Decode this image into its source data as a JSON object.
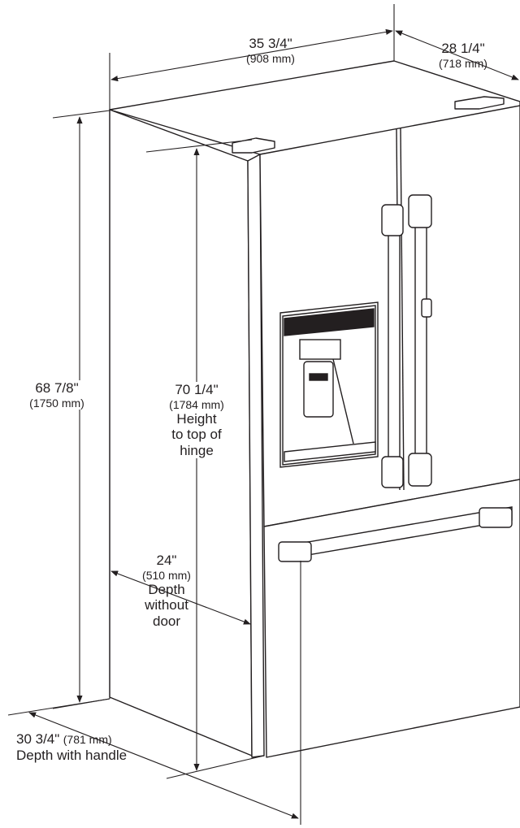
{
  "dimensions": {
    "width": {
      "imperial": "35 3/4\"",
      "metric": "(908 mm)"
    },
    "depth": {
      "imperial": "28 1/4\"",
      "metric": "(718 mm)"
    },
    "height": {
      "imperial": "68 7/8\"",
      "metric": "(1750 mm)"
    },
    "hinge_height": {
      "imperial": "70 1/4\"",
      "metric": "(1784 mm)",
      "note_1": "Height",
      "note_2": "to top of",
      "note_3": "hinge"
    },
    "depth_without_door": {
      "imperial": "24\"",
      "metric": "(510 mm)",
      "note_1": "Depth",
      "note_2": "without",
      "note_3": "door"
    },
    "depth_with_handle": {
      "imperial": "30 3/4\"",
      "metric": "(781 mm)",
      "note": "Depth with handle"
    }
  },
  "colors": {
    "line": "#231f20",
    "panel": "#ffffff",
    "display": "#231f20"
  }
}
